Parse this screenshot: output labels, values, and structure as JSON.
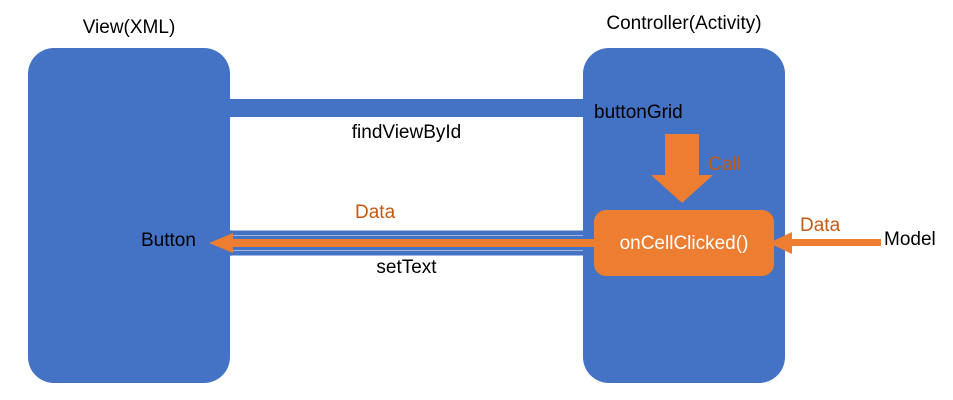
{
  "diagram": {
    "title": "Android MVC interaction diagram",
    "colors": {
      "blue": "#4472C4",
      "orange": "#ED7D31",
      "orange_text": "#C55A11",
      "white": "#FFFFFF",
      "black": "#000000",
      "background": "#FFFFFF"
    },
    "nodes": {
      "view": {
        "title": "View(XML)",
        "inner_label": "Button"
      },
      "controller": {
        "title": "Controller(Activity)",
        "field_label": "buttonGrid",
        "method_label": "onCellClicked()"
      },
      "model": {
        "label": "Model"
      }
    },
    "edges": {
      "find_view_by_id": {
        "label": "findViewById",
        "from": "View(XML)",
        "to": "Controller(Activity)",
        "color": "#4472C4",
        "arrowhead": "none"
      },
      "set_text": {
        "label": "setText",
        "from": "onCellClicked()",
        "to": "Button",
        "color": "#4472C4",
        "arrowhead": "left"
      },
      "data_to_view": {
        "label": "Data",
        "from": "onCellClicked()",
        "to": "Button",
        "color": "#ED7D31",
        "arrowhead": "left"
      },
      "call": {
        "label": "Call",
        "from": "buttonGrid",
        "to": "onCellClicked()",
        "color": "#ED7D31",
        "arrowhead": "down"
      },
      "data_from_model": {
        "label": "Data",
        "from": "Model",
        "to": "onCellClicked()",
        "color": "#ED7D31",
        "arrowhead": "left"
      }
    }
  }
}
